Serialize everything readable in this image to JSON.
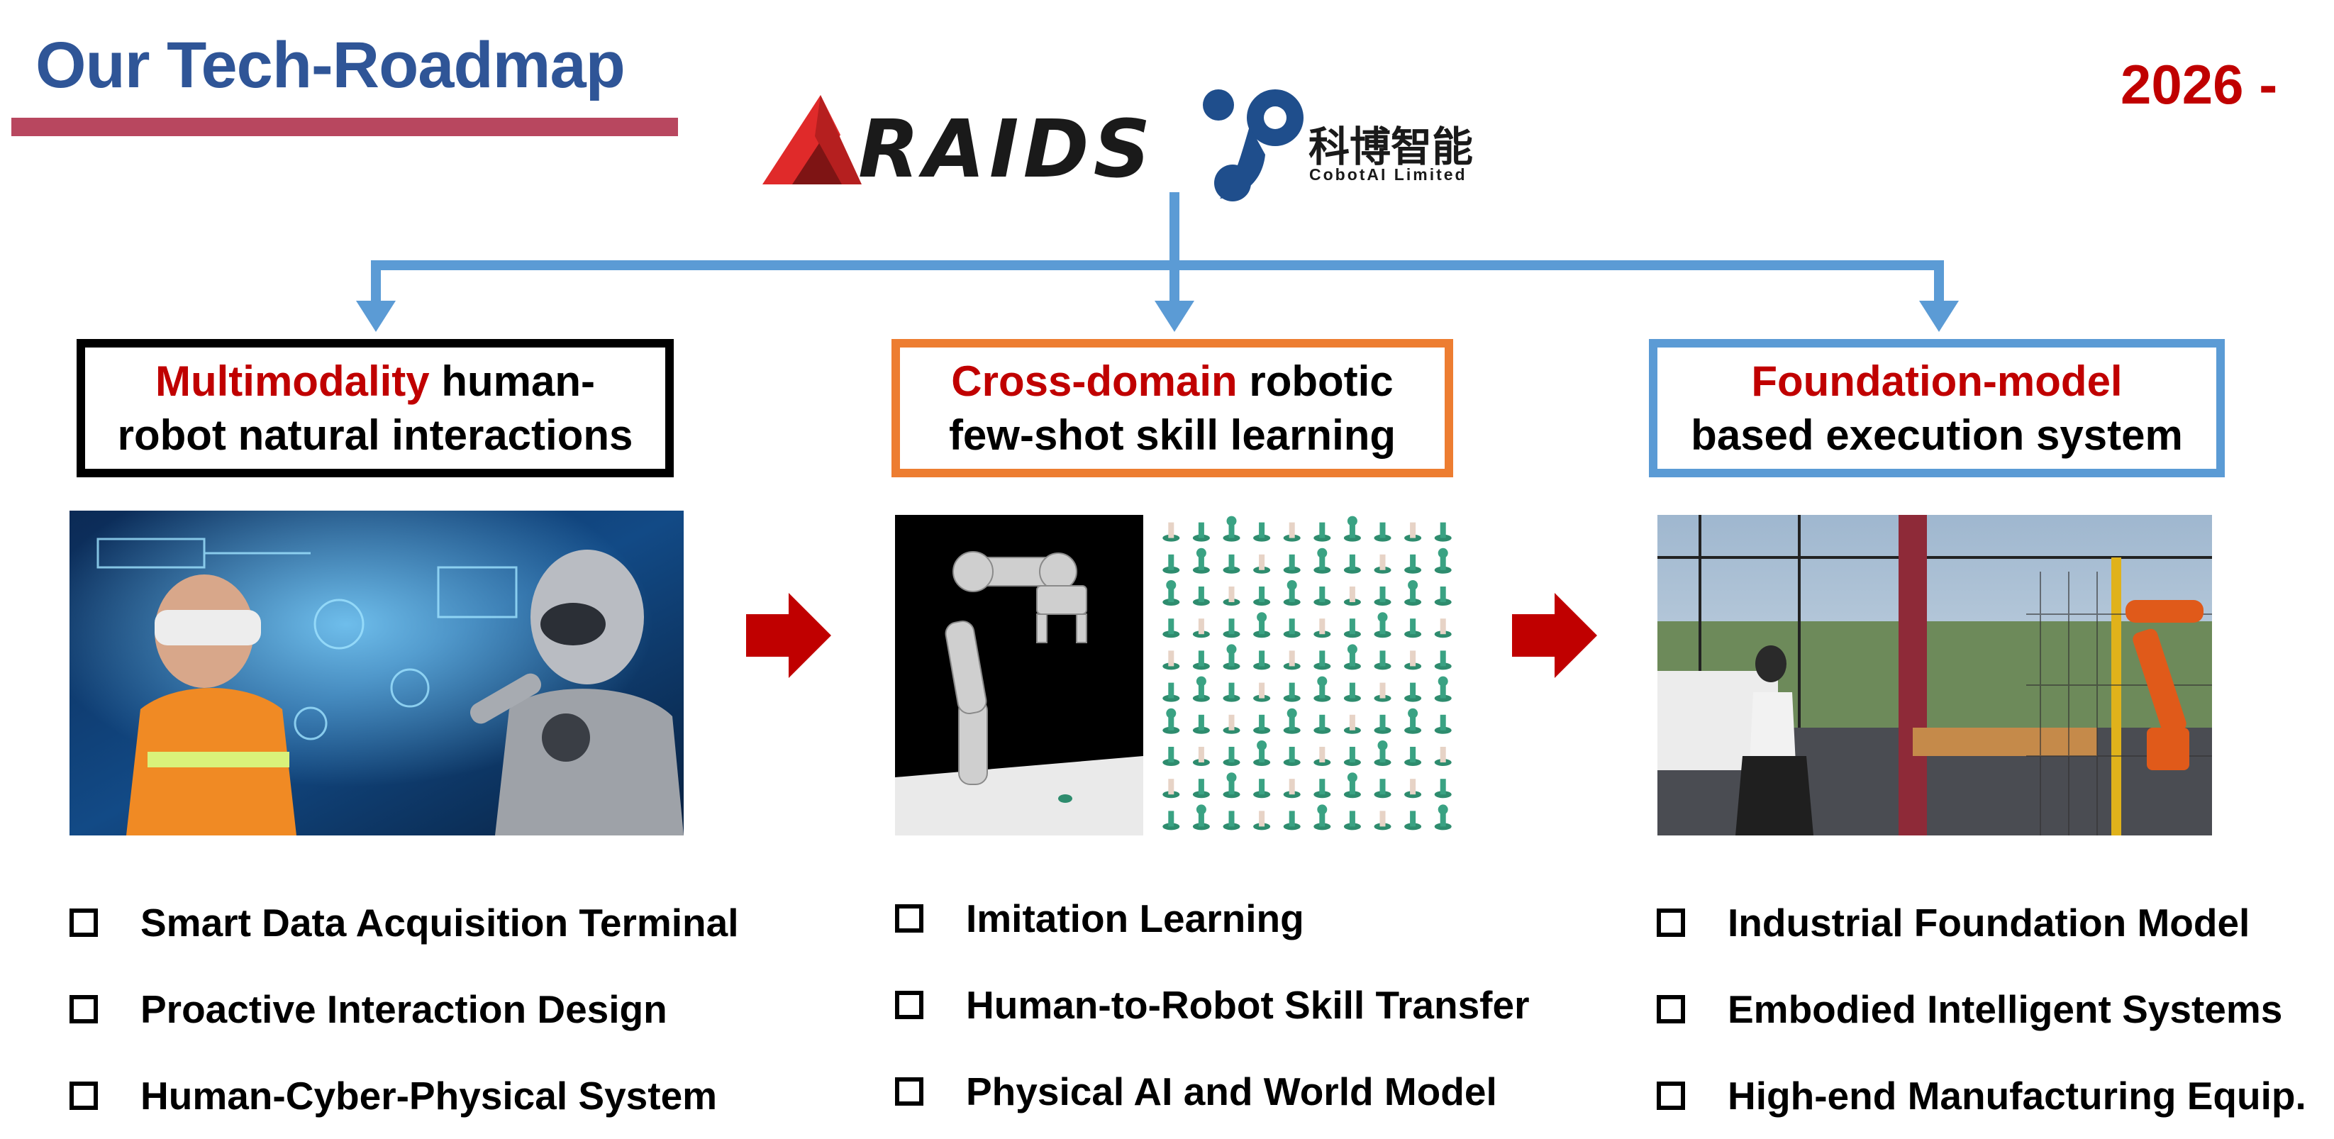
{
  "header": {
    "title": "Our Tech-Roadmap",
    "year": "2026 -"
  },
  "logos": {
    "araids": "RAIDS",
    "cobot_cn": "科博智能",
    "cobot_en": "CobotAI Limited"
  },
  "colors": {
    "title_blue": "#2F5597",
    "underline_red": "#B8475F",
    "accent_red": "#C00000",
    "connector_blue": "#5B9BD5",
    "box_orange": "#ED7D31",
    "box_black": "#000000",
    "box_blue": "#5B9BD5"
  },
  "pillars": [
    {
      "highlight": "Multimodality",
      "rest_line1": " human-",
      "line2": "robot natural interactions",
      "bullets": [
        "Smart Data Acquisition Terminal",
        "Proactive Interaction Design",
        "Human-Cyber-Physical System"
      ]
    },
    {
      "highlight": "Cross-domain",
      "rest_line1": " robotic",
      "line2": "few-shot skill learning",
      "bullets": [
        "Imitation Learning",
        "Human-to-Robot Skill Transfer",
        "Physical AI and World Model"
      ]
    },
    {
      "highlight": "Foundation-model",
      "rest_line1": "",
      "line2": "based execution system",
      "bullets": [
        "Industrial Foundation Model",
        "Embodied Intelligent Systems",
        "High-end Manufacturing Equip."
      ]
    }
  ],
  "icons": {
    "bullet": "checkbox-outline-icon",
    "flow_arrow": "right-arrow-icon",
    "tree_arrow": "down-arrow-icon"
  }
}
